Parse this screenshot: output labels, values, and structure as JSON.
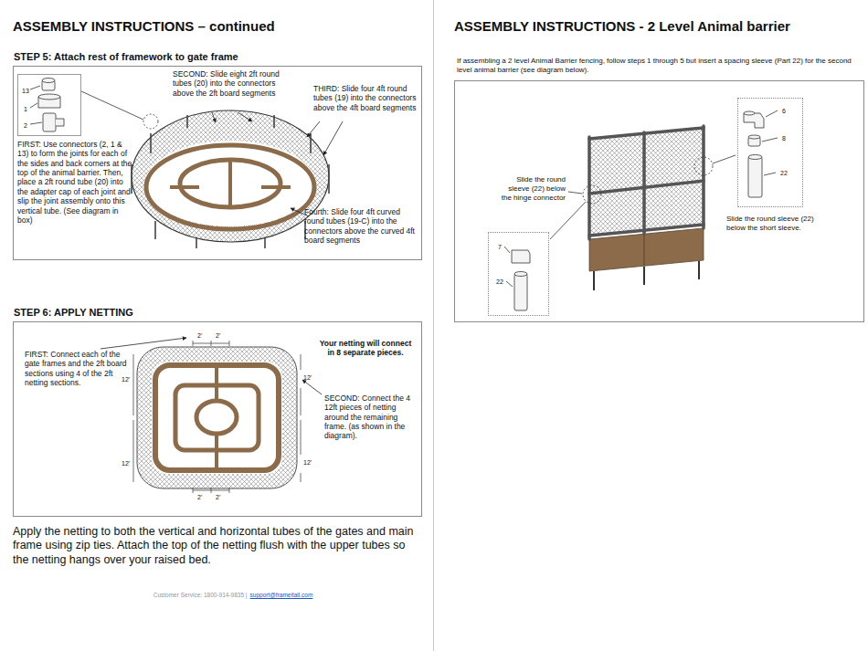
{
  "diagram": {
    "nodes": [
      {
        "text": [
          "STEP 5: Attach rest of framework to gate frame",
          "FIRST: Use connectors (2, 1 & 13) to form the joints for each of the sides and back corners at the top of the animal barrier. Then, place a 2ft round tube (20) into the adapter cap of each joint and slip the joint assembly onto this vertical tube. (See diagram in box)",
          "SECOND: Slide eight 2ft round tubes (20) into the connectors above the 2ft board segments",
          "THIRD: Slide four 4ft round tubes (19) into the connectors above the 4ft board segments",
          "Fourth: Slide four 4ft curved round tubes (19-C) into the connectors above the curved 4ft board segments"
        ]
      },
      {
        "text": [
          "13",
          "1",
          "2"
        ],
        "in": 0
      },
      {
        "text": [
          "STEP 6: APPLY NETTING",
          "FIRST: Connect each of the gate frames and the 2ft board sections using 4 of the 2ft netting sections.",
          "Your netting will connect in 8 separate pieces.",
          "SECOND: Connect the 4 12ft pieces of netting around the remaining frame. (as shown in the diagram)."
        ]
      },
      {
        "text": [
          "Slide the round sleeve (22) below the hinge connector",
          "Slide the round sleeve (22) below the short sleeve."
        ]
      },
      {
        "text": [
          "6",
          "8",
          "22"
        ],
        "in": 3
      },
      {
        "text": [
          "7",
          "22"
        ],
        "in": 3
      }
    ],
    "labels": [
      "ASSEMBLY INSTRUCTIONS – continued",
      "2'",
      "2'",
      "12'",
      "12'",
      "12'",
      "12'",
      "2'",
      "2'",
      "Apply the netting to both the vertical and horizontal tubes of the gates and main frame using zip ties. Attach the top of the netting flush with the upper tubes so the netting hangs over your raised bed.",
      "Customer Service: 1800-914-9835 |",
      "support@frameitall.com",
      "ASSEMBLY INSTRUCTIONS - 2 Level Animal barrier",
      "If assembling a 2 level Animal Barrier fencing, follow steps 1 through 5 but insert a spacing sleeve (Part 22) for the second level animal barrier (see diagram below)."
    ]
  }
}
